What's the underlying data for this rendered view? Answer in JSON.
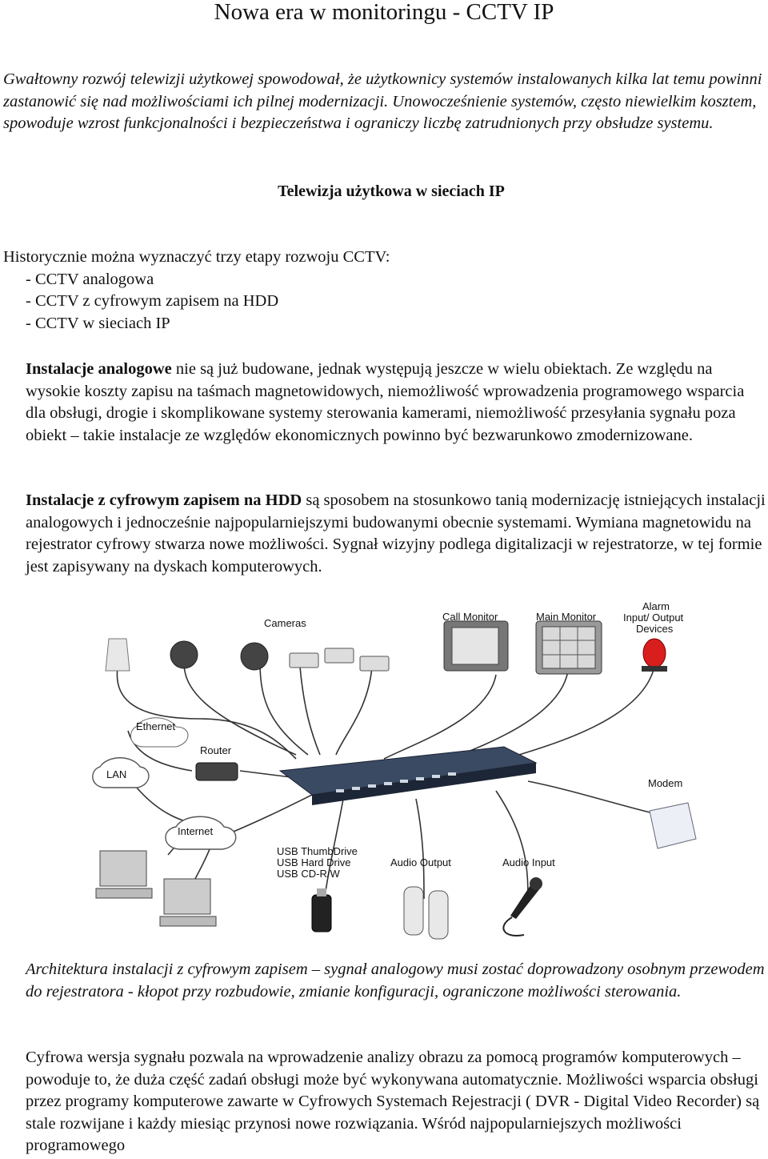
{
  "title": "Nowa era w monitoringu - CCTV IP",
  "intro": "Gwałtowny rozwój telewizji użytkowej spowodował, że użytkownicy systemów instalowanych kilka lat temu powinni zastanowić się nad możliwościami ich pilnej modernizacji. Unowocześnienie systemów, często niewielkim kosztem, spowoduje wzrost funkcjonalności i bezpieczeństwa i ograniczy liczbę zatrudnionych przy obsłudze systemu.",
  "section_heading": "Telewizja użytkowa w sieciach IP",
  "stages": {
    "lead": "Historycznie można wyznaczyć trzy etapy rozwoju CCTV:",
    "items": [
      "- CCTV analogowa",
      "- CCTV z cyfrowym zapisem na HDD",
      "- CCTV w sieciach IP"
    ]
  },
  "para1": {
    "bold": "Instalacje analogowe",
    "text": " nie są już budowane, jednak występują jeszcze w wielu obiektach. Ze względu na wysokie koszty zapisu na taśmach magnetowidowych, niemożliwość wprowadzenia programowego wsparcia dla obsługi, drogie i skomplikowane systemy sterowania kamerami, niemożliwość przesyłania sygnału poza obiekt – takie instalacje ze względów ekonomicznych powinno być bezwarunkowo zmodernizowane."
  },
  "para2": {
    "bold": "Instalacje z cyfrowym zapisem na HDD",
    "text": " są sposobem na stosunkowo tanią modernizację istniejących instalacji analogowych i jednocześnie najpopularniejszymi budowanymi obecnie systemami. Wymiana magnetowidu na rejestrator cyfrowy stwarza nowe możliwości. Sygnał wizyjny podlega digitalizacji w rejestratorze, w tej formie jest zapisywany na dyskach komputerowych."
  },
  "diagram": {
    "labels": {
      "cameras": "Cameras",
      "call_monitor": "Call Monitor",
      "main_monitor": "Main Monitor",
      "alarm_1": "Alarm",
      "alarm_2": "Input/ Output",
      "alarm_3": "Devices",
      "ethernet": "Ethernet",
      "router": "Router",
      "lan": "LAN",
      "internet": "Internet",
      "modem": "Modem",
      "usb_1": "USB ThumbDrive",
      "usb_2": "USB Hard Drive",
      "usb_3": "USB CD-R/W",
      "audio_output": "Audio Output",
      "audio_input": "Audio Input"
    }
  },
  "caption": "Architektura instalacji z cyfrowym zapisem – sygnał analogowy musi zostać doprowadzony osobnym przewodem do rejestratora - kłopot przy rozbudowie, zmianie konfiguracji, ograniczone możliwości sterowania.",
  "para3": "Cyfrowa wersja sygnału pozwala na wprowadzenie analizy obrazu za pomocą programów komputerowych – powoduje to, że duża część zadań obsługi może być wykonywana automatycznie. Możliwości wsparcia obsługi przez programy komputerowe zawarte w Cyfrowych Systemach Rejestracji ( DVR - Digital Video Recorder) są stale rozwijane i każdy miesiąc przynosi nowe rozwiązania. Wśród najpopularniejszych możliwości programowego"
}
